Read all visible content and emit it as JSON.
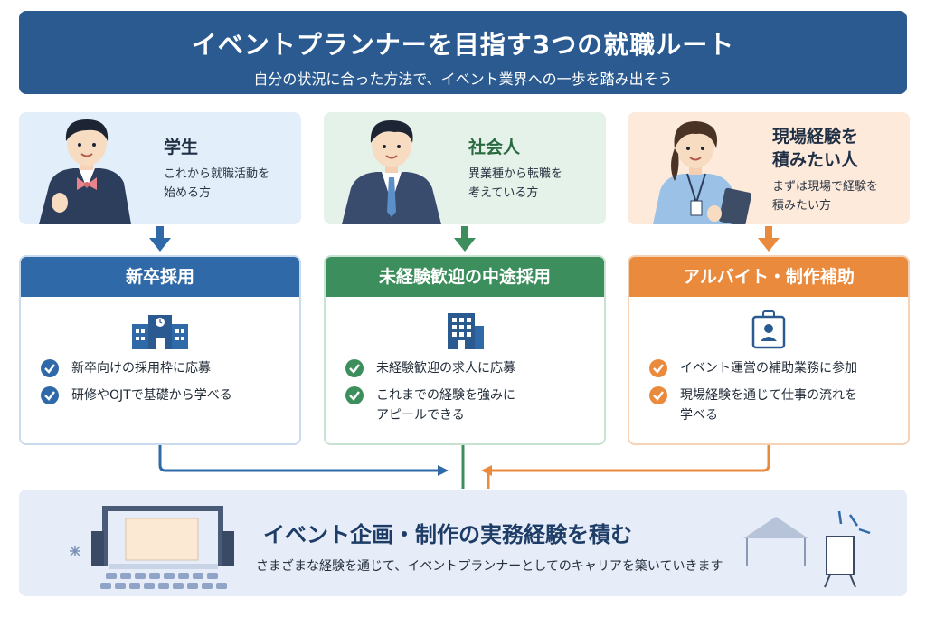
{
  "header": {
    "title": "イベントプランナーを目指す3つの就職ルート",
    "subtitle": "自分の状況に合った方法で、イベント業界への一歩を踏み出そう"
  },
  "personas": [
    {
      "title": "学生",
      "desc": [
        "これから就職活動を",
        "始める方"
      ]
    },
    {
      "title": "社会人",
      "desc": [
        "異業種から転職を",
        "考えている方"
      ]
    },
    {
      "title": "現場経験を\n積みたい人",
      "title_lines": [
        "現場経験を",
        "積みたい人"
      ],
      "desc": [
        "まずは現場で経験を",
        "積みたい方"
      ]
    }
  ],
  "routes": [
    {
      "title": "新卒採用",
      "icon": "school-building-icon",
      "color": "#2f69a8",
      "items": [
        [
          "新卒向けの採用枠に応募"
        ],
        [
          "研修やOJTで基礎から学べる"
        ]
      ]
    },
    {
      "title": "未経験歓迎の中途採用",
      "icon": "office-building-icon",
      "color": "#3c8f5c",
      "items": [
        [
          "未経験歓迎の求人に応募"
        ],
        [
          "これまでの経験を強みに",
          "アピールできる"
        ]
      ]
    },
    {
      "title": "アルバイト・制作補助",
      "icon": "id-badge-icon",
      "color": "#ea8a3c",
      "items": [
        [
          "イベント運営の補助業務に参加"
        ],
        [
          "現場経験を通じて仕事の流れを",
          "学べる"
        ]
      ]
    }
  ],
  "goal": {
    "title": "イベント企画・制作の実務経験を積む",
    "desc": "さまざまな経験を通じて、イベントプランナーとしてのキャリアを築いていきます"
  },
  "colors": {
    "header": "#2a5a8f",
    "blue": "#2f69a8",
    "green": "#3c8f5c",
    "orange": "#ea8a3c",
    "goal_bg": "#e6ecf8"
  }
}
